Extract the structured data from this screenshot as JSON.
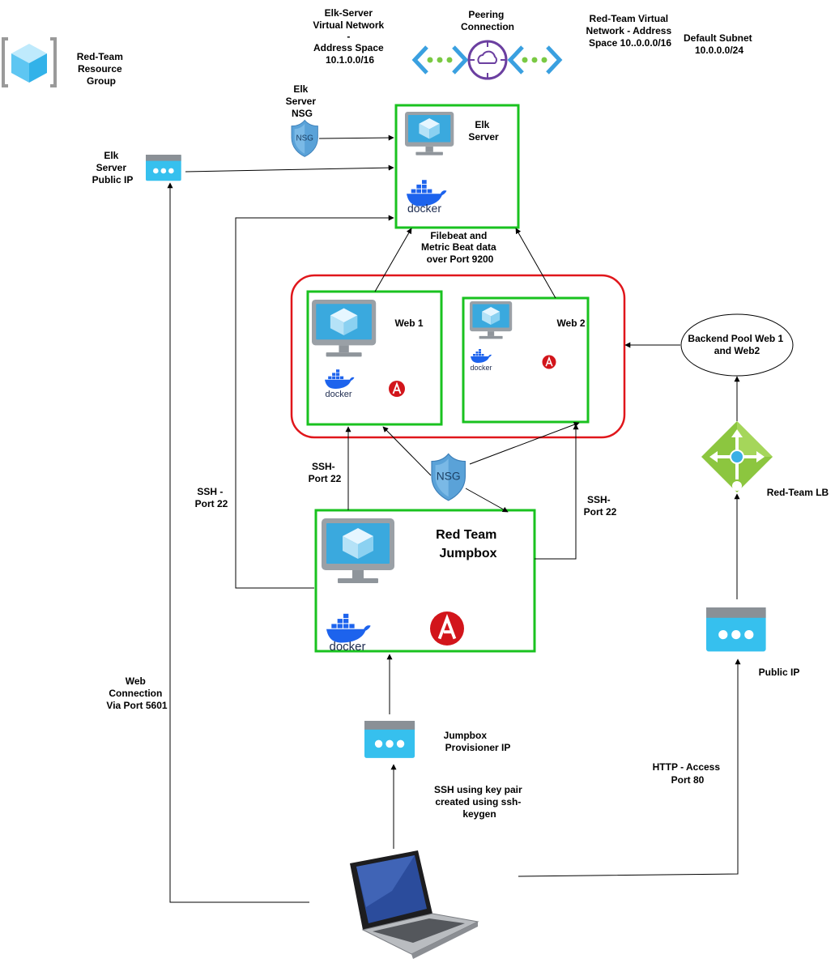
{
  "labels": {
    "resource_group": [
      "Red-Team",
      "Resource",
      "Group"
    ],
    "elk_vnet": [
      "Elk-Server",
      "Virtual Network",
      "-",
      "Address Space",
      "10.1.0.0/16"
    ],
    "peering": [
      "Peering",
      "Connection"
    ],
    "redteam_vnet": [
      "Red-Team Virtual",
      "Network  - Address",
      "Space 10..0.0.0/16"
    ],
    "default_subnet": [
      "Default Subnet",
      "10.0.0.0/24"
    ],
    "elk_nsg": [
      "Elk",
      "Server",
      "NSG"
    ],
    "elk_public_ip": [
      "Elk",
      "Server",
      "Public IP"
    ],
    "elk_server": [
      "Elk",
      "Server"
    ],
    "filebeat": [
      "Filebeat and",
      "Metric Beat data",
      "over Port 9200"
    ],
    "web1": "Web 1",
    "web2": "Web 2",
    "backend_pool": [
      "Backend Pool Web 1",
      "and Web2"
    ],
    "lb": "Red-Team LB",
    "ssh_left": [
      "SSH -",
      "Port 22"
    ],
    "ssh_mid": [
      "SSH-",
      "Port 22"
    ],
    "ssh_right": [
      "SSH-",
      "Port 22"
    ],
    "jumpbox": [
      "Red Team",
      "Jumpbox"
    ],
    "web_conn": [
      "Web",
      "Connection",
      "Via Port 5601"
    ],
    "public_ip": "Public IP",
    "jumpbox_ip": [
      "Jumpbox",
      "Provisioner IP"
    ],
    "ssh_key": [
      "SSH using key pair",
      "created using ssh-",
      "keygen"
    ],
    "http": [
      "HTTP - Access",
      "Port 80"
    ],
    "docker": "docker",
    "nsg": "NSG"
  },
  "icons": {
    "vm": "virtual-machine-icon",
    "docker": "docker-icon",
    "ansible": "ansible-icon",
    "nsg": "network-security-group-icon",
    "public_ip": "public-ip-icon",
    "lb": "load-balancer-icon",
    "vnet": "virtual-network-icon",
    "resource_group": "resource-group-icon",
    "laptop": "laptop-icon"
  },
  "colors": {
    "server_box": "#19c21f",
    "pool_box": "#e0161b",
    "azure_blue": "#3ab0e6",
    "nsg_blue": "#5aa2d8",
    "lb_green": "#8cc63f",
    "docker_blue": "#1d63ed",
    "ansible_red": "#d2151b",
    "vnet_purple": "#6b3fa0"
  }
}
